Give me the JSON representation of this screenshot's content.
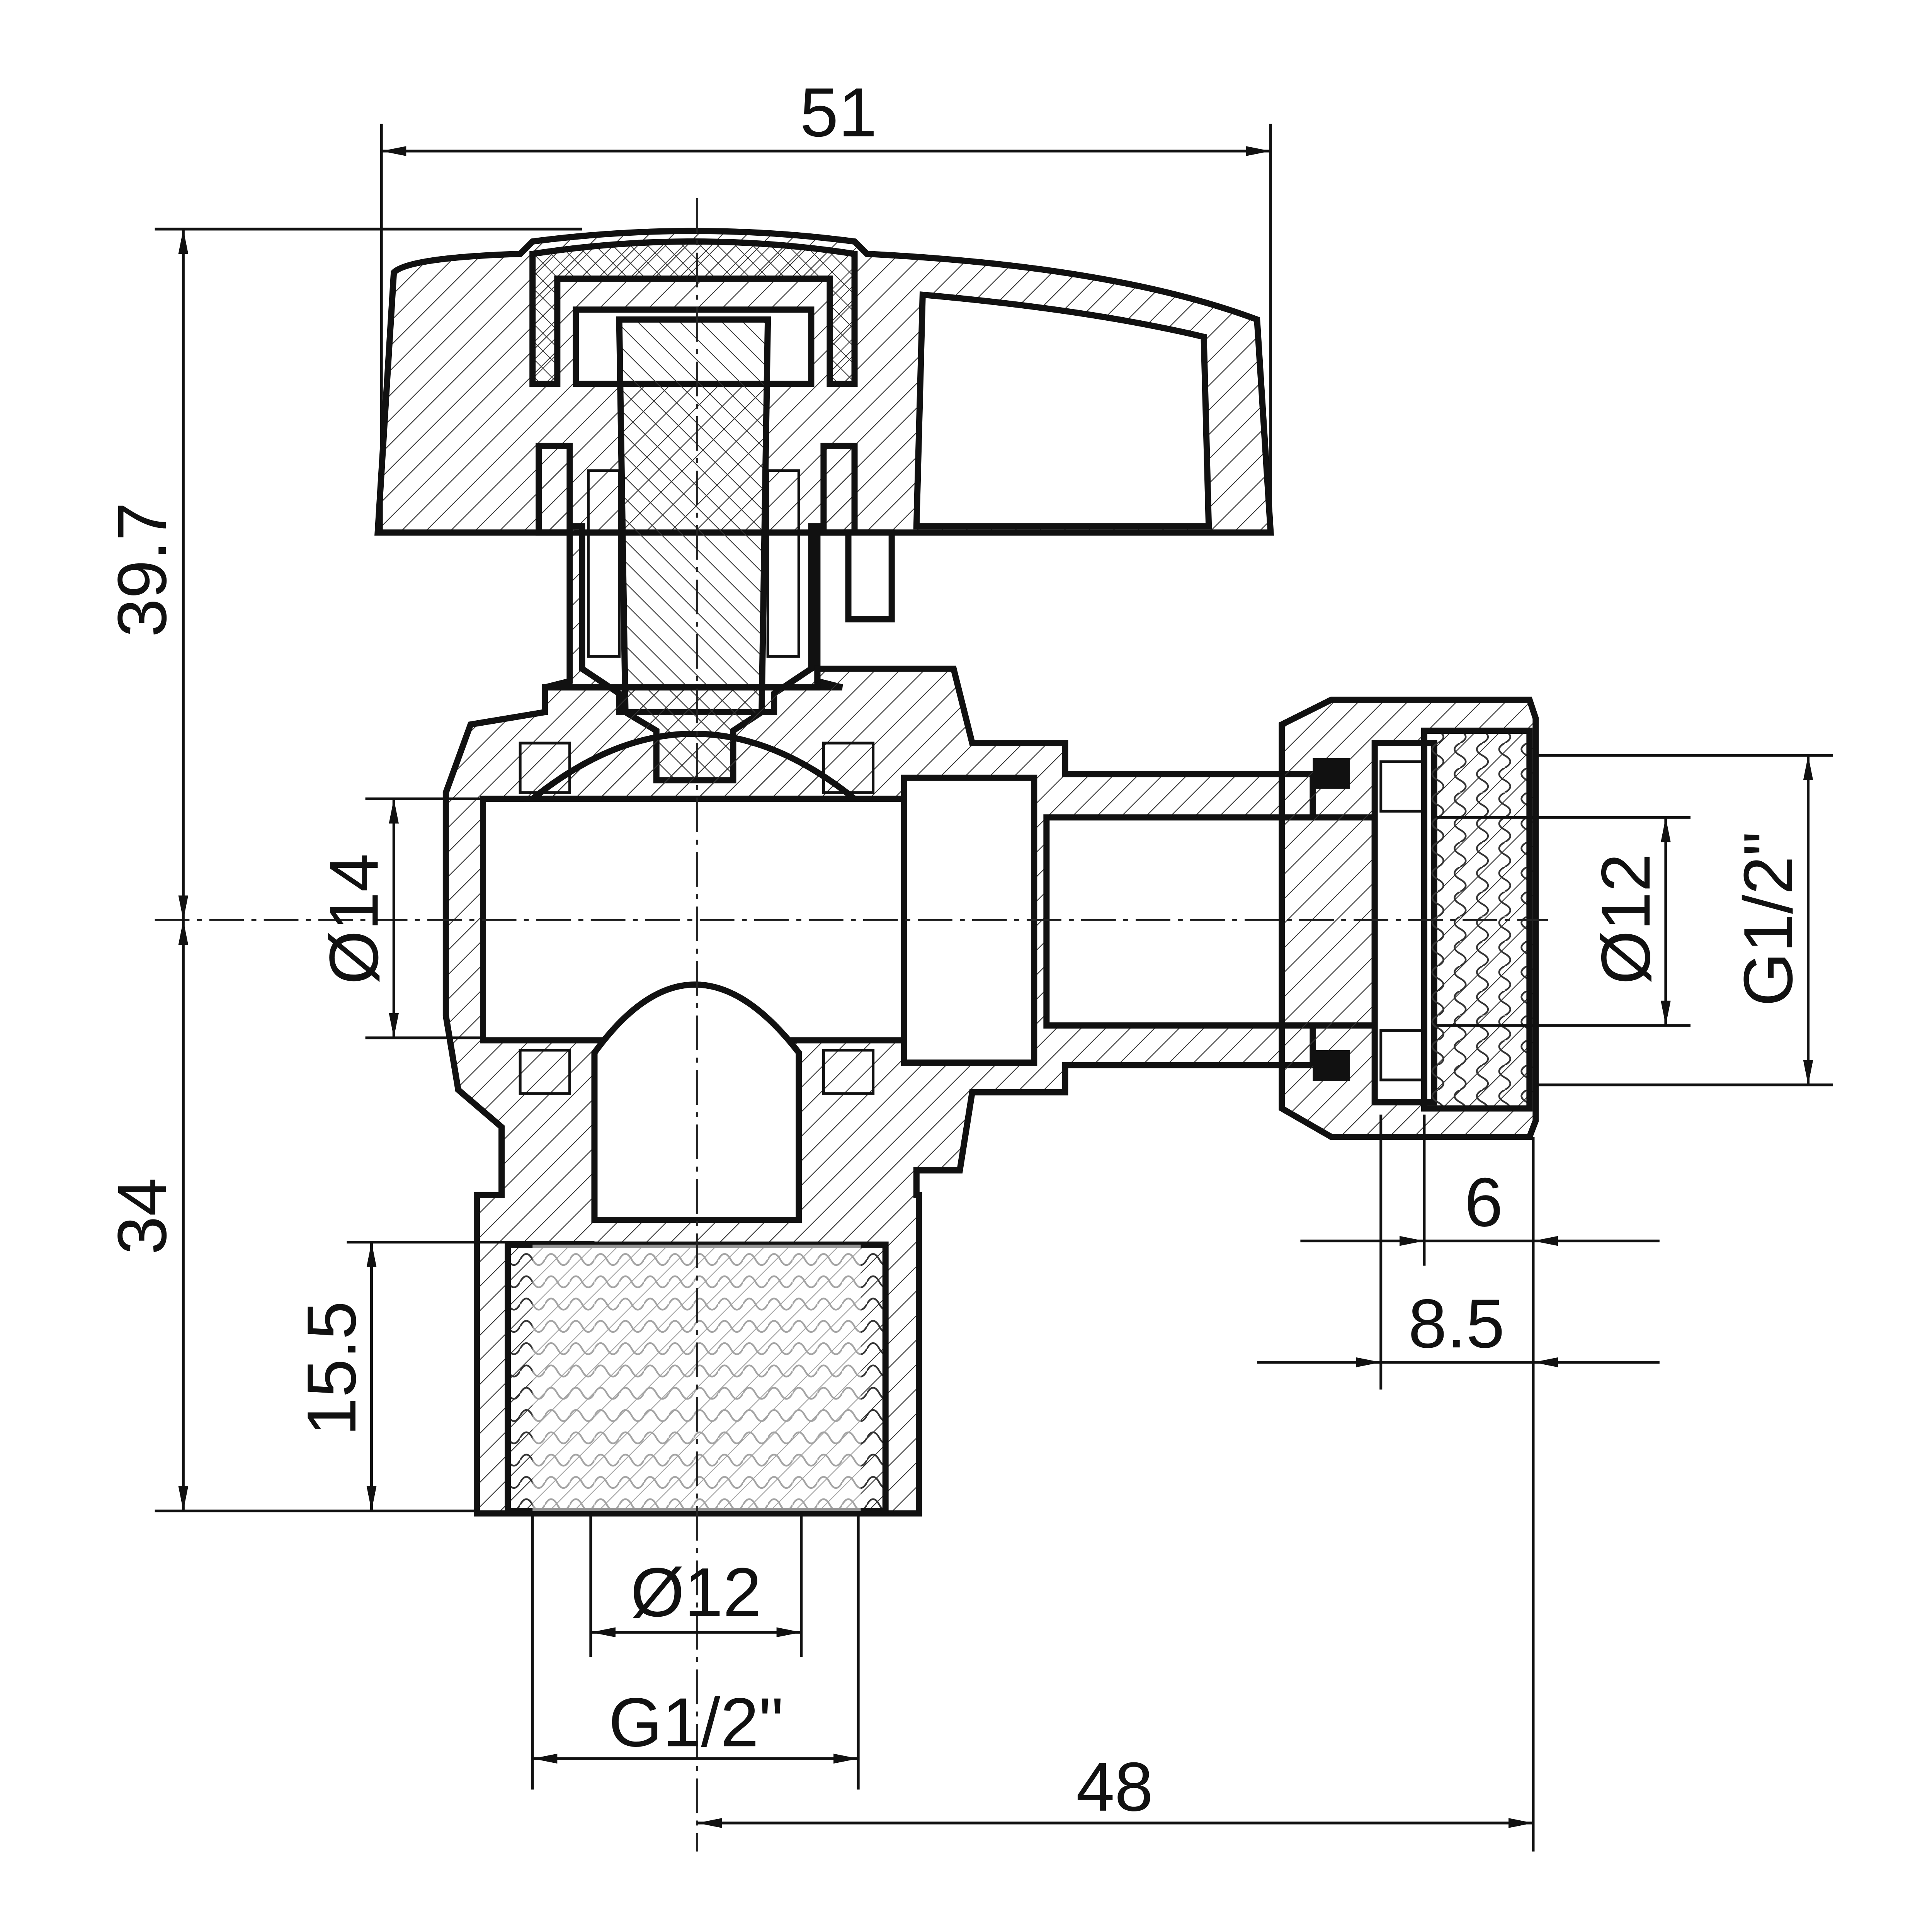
{
  "drawing": {
    "title": "Angle valve cross-section",
    "dimensions": {
      "overall_width": "51",
      "height_upper": "39.7",
      "height_lower": "34",
      "thread_length": "15.5",
      "bore_diameter": "Ø14",
      "outlet_bore": "Ø12",
      "outlet_thread": "G1/2\"",
      "nut_depth": "6",
      "nut_total": "8.5",
      "inlet_bore": "Ø12",
      "inlet_thread": "G1/2\"",
      "center_to_face": "48"
    },
    "colors": {
      "line": "#111111",
      "background": "#ffffff"
    }
  }
}
